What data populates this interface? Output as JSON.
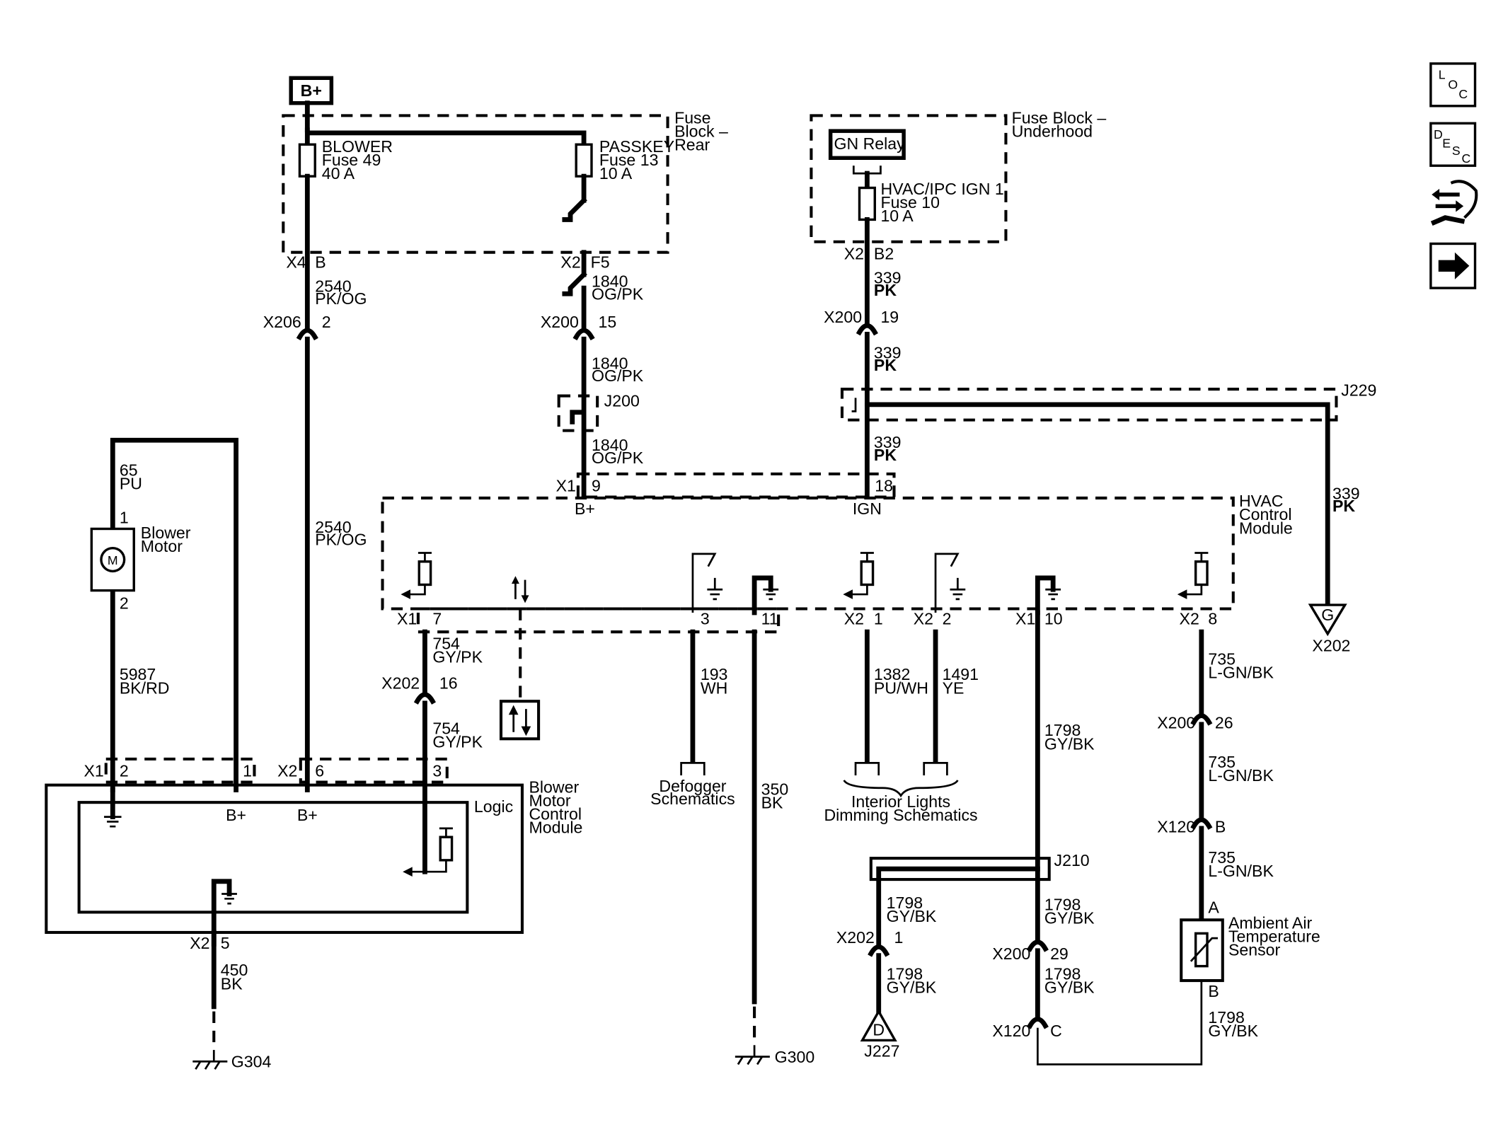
{
  "b_plus": "B+",
  "fuse_block_rear": [
    "Fuse",
    "Block –",
    "Rear"
  ],
  "fuse_block_underhood": [
    "Fuse Block –",
    "Underhood"
  ],
  "blower_fuse": [
    "BLOWER",
    "Fuse 49",
    "40 A"
  ],
  "passkey_fuse": [
    "PASSKEY",
    "Fuse 13",
    "10 A"
  ],
  "ign_relay": "IGN Relay",
  "hvac_fuse": [
    "HVAC/IPC IGN 1",
    "Fuse 10",
    "10 A"
  ],
  "pin": {
    "x4": "X4",
    "b": "B",
    "x2": "X2",
    "f5": "F5",
    "b2": "B2",
    "x206": "X206",
    "two": "2",
    "x200": "X200",
    "fifteen": "15",
    "nineteen": "19",
    "j200": "J200",
    "j229": "J229",
    "x1": "X1",
    "nine": "9",
    "eighteen": "18",
    "bplus": "B+",
    "ign": "IGN",
    "seven": "7",
    "three": "3",
    "eleven": "11",
    "one": "1",
    "ten": "10",
    "eight": "8",
    "x202": "X202",
    "sixteen": "16",
    "twentysix": "26",
    "x120": "X120",
    "j210": "J210",
    "twentynine": "29",
    "c": "C",
    "a": "A",
    "five": "5",
    "six": "6",
    "g": "G",
    "d": "D",
    "j227": "J227",
    "g304": "G304",
    "g300": "G300",
    "m": "M"
  },
  "wires": {
    "w2540": [
      "2540",
      "PK/OG"
    ],
    "w1840": [
      "1840",
      "OG/PK"
    ],
    "w339": [
      "339",
      "PK"
    ],
    "w65": [
      "65",
      "PU"
    ],
    "w5987": [
      "5987",
      "BK/RD"
    ],
    "w754": [
      "754",
      "GY/PK"
    ],
    "w193": [
      "193",
      "WH"
    ],
    "w350": [
      "350",
      "BK"
    ],
    "w1382": [
      "1382",
      "PU/WH"
    ],
    "w1491": [
      "1491",
      "YE"
    ],
    "w1798": [
      "1798",
      "GY/BK"
    ],
    "w735": [
      "735",
      "L-GN/BK"
    ],
    "w450": [
      "450",
      "BK"
    ]
  },
  "labels": {
    "blower_motor": [
      "Blower",
      "Motor"
    ],
    "hvac_module": [
      "HVAC",
      "Control",
      "Module"
    ],
    "blower_module": [
      "Blower",
      "Motor",
      "Control",
      "Module"
    ],
    "logic": "Logic",
    "defogger": [
      "Defogger",
      "Schematics"
    ],
    "interior": [
      "Interior Lights",
      "Dimming Schematics"
    ],
    "sensor": [
      "Ambient Air",
      "Temperature",
      "Sensor"
    ]
  },
  "nav_icons": [
    {
      "name": "loc-icon",
      "letters": [
        "L",
        "O",
        "C"
      ]
    },
    {
      "name": "desc-icon",
      "letters": [
        "D",
        "E",
        "S",
        "C"
      ]
    },
    {
      "name": "connector-tool-icon"
    },
    {
      "name": "next-arrow-icon"
    }
  ]
}
